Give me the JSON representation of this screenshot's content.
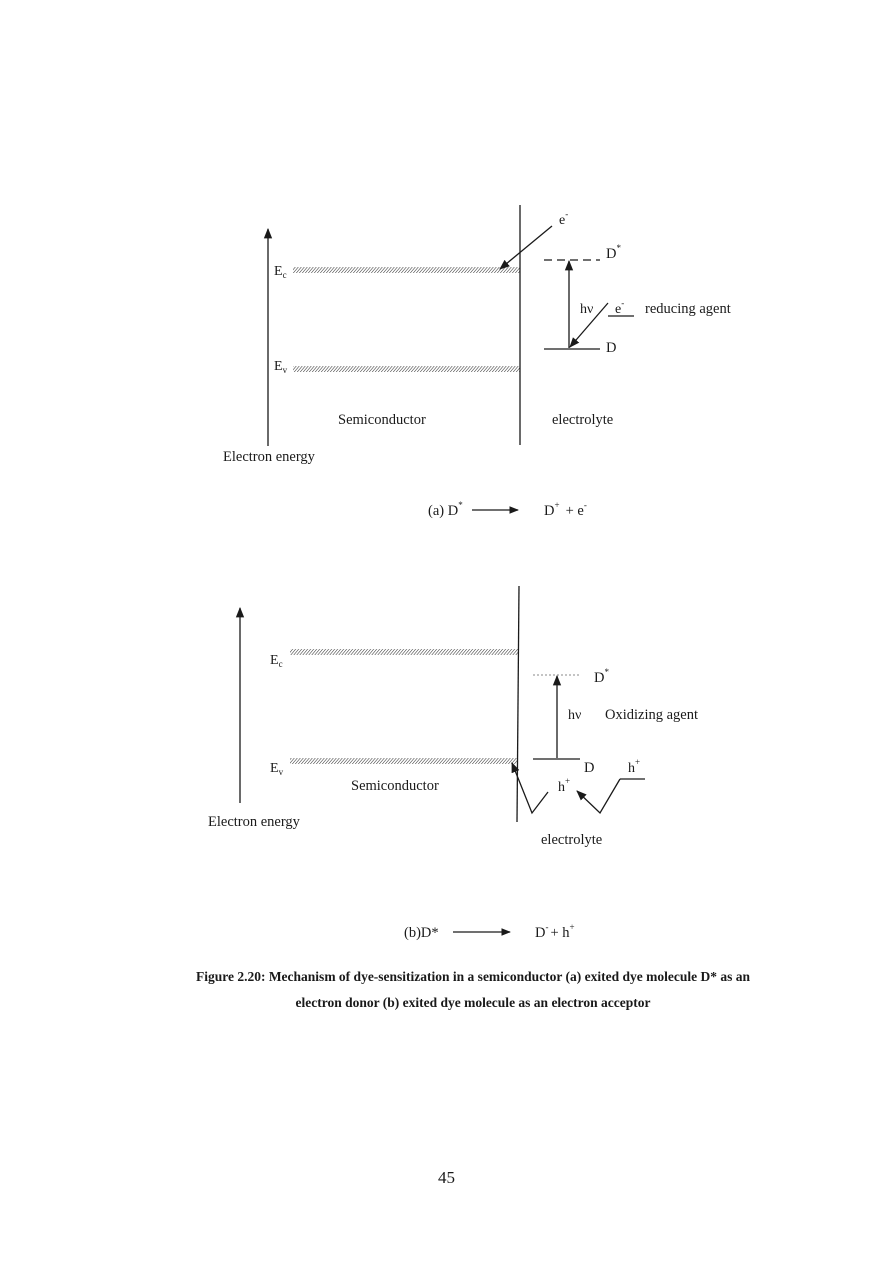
{
  "diagram_a": {
    "band_conduction_label": "E",
    "band_conduction_sub": "c",
    "band_valence_label": "E",
    "band_valence_sub": "v",
    "axis_label": "Electron energy",
    "semiconductor_label": "Semiconductor",
    "electrolyte_label": "electrolyte",
    "electron_top_label": "e",
    "electron_top_sup": "-",
    "excited_dye_label": "D",
    "excited_dye_sup": "*",
    "photon_label": "hν",
    "reducing_electron_label": "e",
    "reducing_electron_sup": "-",
    "reducing_agent_label": "reducing agent",
    "ground_dye_label": "D",
    "equation": {
      "prefix": "(a) D",
      "prefix_sup": "*",
      "product_d": "D",
      "product_d_sup": "+",
      "plus": "+ e",
      "plus_sup": "-"
    }
  },
  "diagram_b": {
    "band_conduction_label": "E",
    "band_conduction_sub": "c",
    "band_valence_label": "E",
    "band_valence_sub": "v",
    "axis_label": "Electron energy",
    "semiconductor_label": "Semiconductor",
    "electrolyte_label": "electrolyte",
    "excited_dye_label": "D",
    "excited_dye_sup": "*",
    "photon_label": "hν",
    "oxidizing_agent_label": "Oxidizing agent",
    "ground_dye_label": "D",
    "hole_right_label": "h",
    "hole_right_sup": "+",
    "hole_mid_label": "h",
    "hole_mid_sup": "+",
    "equation": {
      "prefix": "(b)D*",
      "product_d": "D",
      "product_d_sup": "-",
      "plus": "+ h",
      "plus_sup": "+"
    }
  },
  "caption": {
    "line1": "Figure 2.20: Mechanism of dye-sensitization in a semiconductor (a) exited dye molecule D* as an",
    "line2": "electron donor (b) exited dye molecule as an electron acceptor"
  },
  "page_number": "45"
}
